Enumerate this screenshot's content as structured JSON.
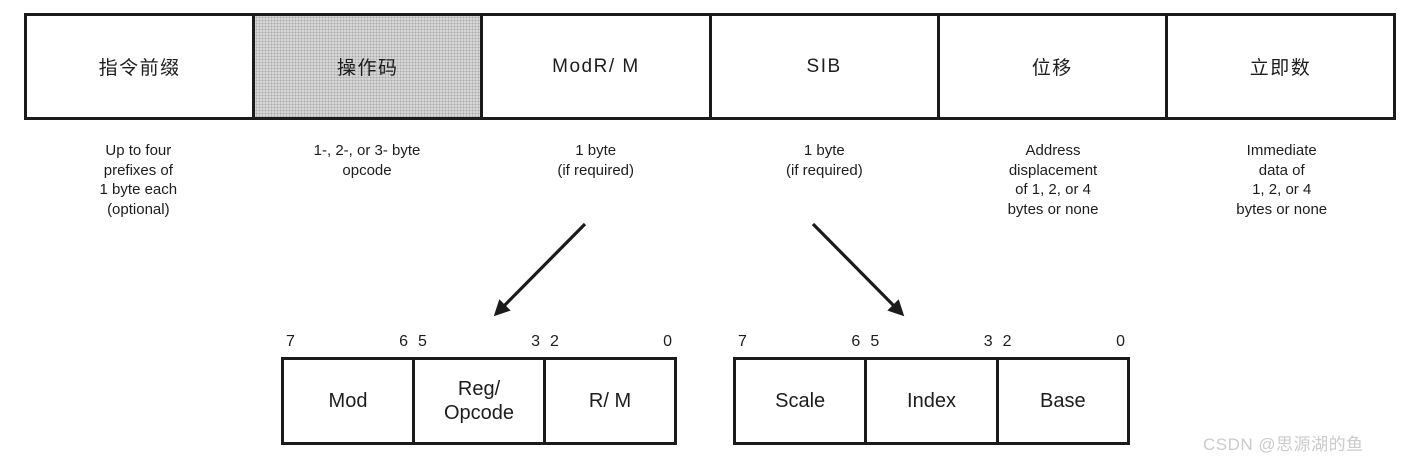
{
  "diagram": {
    "fields": [
      {
        "label": "指令前缀",
        "desc": "Up to four\nprefixes of\n1 byte each\n(optional)"
      },
      {
        "label": "操作码",
        "desc": "1-, 2-, or 3- byte\nopcode"
      },
      {
        "label": "ModR/ M",
        "desc": "1 byte\n(if required)"
      },
      {
        "label": "SIB",
        "desc": "1 byte\n(if required)"
      },
      {
        "label": "位移",
        "desc": "Address\ndisplacement\nof 1, 2, or 4\nbytes or none"
      },
      {
        "label": "立即数",
        "desc": "Immediate\ndata of\n1, 2, or 4\nbytes or none"
      }
    ],
    "modrm": {
      "bits": [
        [
          "7",
          "6"
        ],
        [
          "5",
          "3"
        ],
        [
          "2",
          "0"
        ]
      ],
      "cells": [
        "Mod",
        "Reg/\nOpcode",
        "R/ M"
      ]
    },
    "sib": {
      "bits": [
        [
          "7",
          "6"
        ],
        [
          "5",
          "3"
        ],
        [
          "2",
          "0"
        ]
      ],
      "cells": [
        "Scale",
        "Index",
        "Base"
      ]
    },
    "watermark": "CSDN @思源湖的鱼",
    "colors": {
      "border": "#1b1b1b",
      "shaded_bg": "#d6d6d6",
      "text": "#1d1d1d",
      "watermark": "#cbcbcb"
    }
  }
}
